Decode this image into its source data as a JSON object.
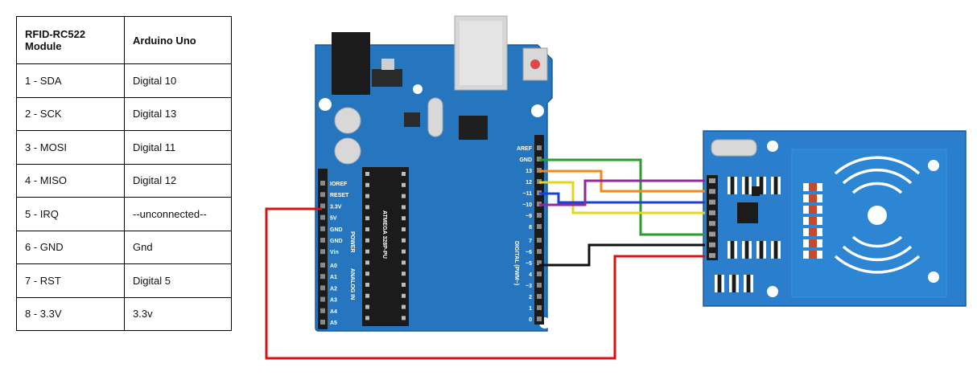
{
  "table": {
    "headers": [
      "RFID-RC522\nModule",
      "Arduino Uno"
    ],
    "rows": [
      [
        "1 - SDA",
        "Digital 10"
      ],
      [
        "2 - SCK",
        "Digital 13"
      ],
      [
        "3 - MOSI",
        "Digital 11"
      ],
      [
        "4 - MISO",
        "Digital 12"
      ],
      [
        "5 - IRQ",
        "--unconnected--"
      ],
      [
        "6 - GND",
        "Gnd"
      ],
      [
        "7 - RST",
        "Digital 5"
      ],
      [
        "8 - 3.3V",
        "3.3v"
      ]
    ]
  },
  "arduino": {
    "chip_label": "ATMEGA 328P-PU",
    "power_header_labels": [
      "IOREF",
      "RESET",
      "3.3V",
      "5V",
      "GND",
      "GND",
      "Vin"
    ],
    "power_group_label": "POWER",
    "analog_labels": [
      "A0",
      "A1",
      "A2",
      "A3",
      "A4",
      "A5"
    ],
    "analog_group_label": "ANALOG IN",
    "digital_labels": [
      "AREF",
      "GND",
      "13",
      "12",
      "~11",
      "~10",
      "~9",
      "8",
      "7",
      "~6",
      "~5",
      "4",
      "~3",
      "2",
      "1",
      "0"
    ],
    "digital_group_label": "DIGITAL (PWM~)"
  },
  "wires": [
    {
      "name": "3.3V",
      "color": "#d41414"
    },
    {
      "name": "GND",
      "color": "#111111"
    },
    {
      "name": "RST",
      "color": "#2a9d2a"
    },
    {
      "name": "SCK",
      "color": "#f08a1c"
    },
    {
      "name": "MISO",
      "color": "#e8d41c"
    },
    {
      "name": "MOSI",
      "color": "#1c3fd4"
    },
    {
      "name": "SDA",
      "color": "#8e2a9d"
    }
  ],
  "colors": {
    "board_blue": "#2676bf",
    "rfid_blue": "#2a7ecb",
    "header_black": "#1b1b1b"
  }
}
